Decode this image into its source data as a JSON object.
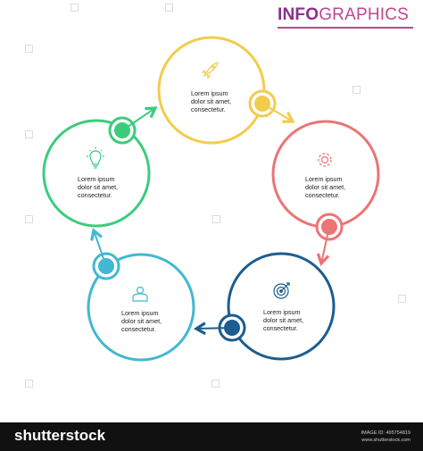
{
  "header": {
    "title_part1": "INFO",
    "title_part2": "GRAPHICS"
  },
  "steps": [
    {
      "icon": "rocket",
      "color": "#f2cc4b",
      "lines": [
        "Lorem ipsum",
        "dolor sit amet,",
        "consectetur."
      ]
    },
    {
      "icon": "gear",
      "color": "#ec7474",
      "lines": [
        "Lorem ipsum",
        "dolor sit amet,",
        "consectetur."
      ]
    },
    {
      "icon": "target",
      "color": "#1d5d8f",
      "lines": [
        "Lorem ipsum",
        "dolor sit amet,",
        "consectetur."
      ]
    },
    {
      "icon": "person",
      "color": "#42b8d1",
      "lines": [
        "Lorem ipsum",
        "dolor sit amet,",
        "consectetur."
      ]
    },
    {
      "icon": "lightbulb",
      "color": "#3ccc7c",
      "lines": [
        "Lorem ipsum",
        "dolor sit amet,",
        "consectetur."
      ]
    }
  ],
  "footer": {
    "brand": "shutterstock",
    "image_id": "IMAGE ID: 495754819",
    "site": "www.shutterstock.com"
  }
}
